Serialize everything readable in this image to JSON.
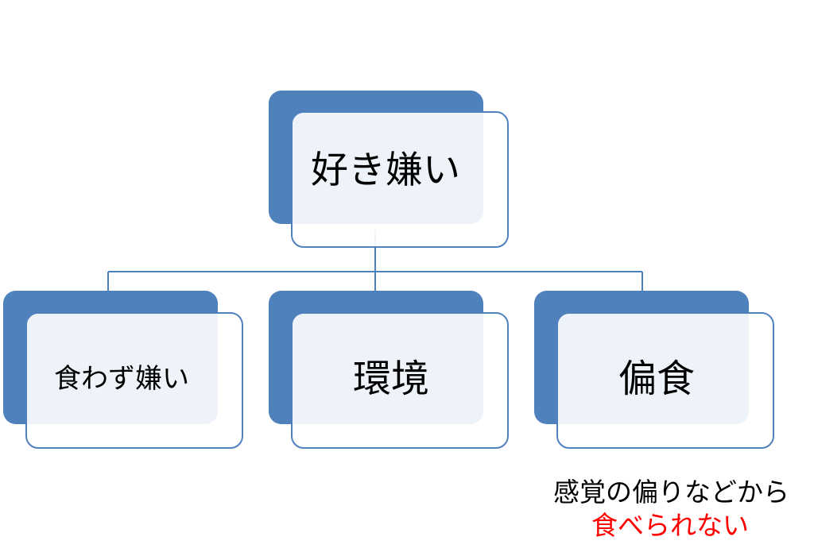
{
  "diagram": {
    "root": {
      "label": "好き嫌い"
    },
    "children": [
      {
        "label": "食わず嫌い"
      },
      {
        "label": "環境"
      },
      {
        "label": "偏食"
      }
    ],
    "note": {
      "line1": "感覚の偏りなどから",
      "line2": "食べられない"
    }
  },
  "colors": {
    "accent": "#4f81bd",
    "card_fill": "#eef3fa",
    "connector": "#4f81bd",
    "note_text": "#000000",
    "note_highlight": "#ff0000"
  }
}
